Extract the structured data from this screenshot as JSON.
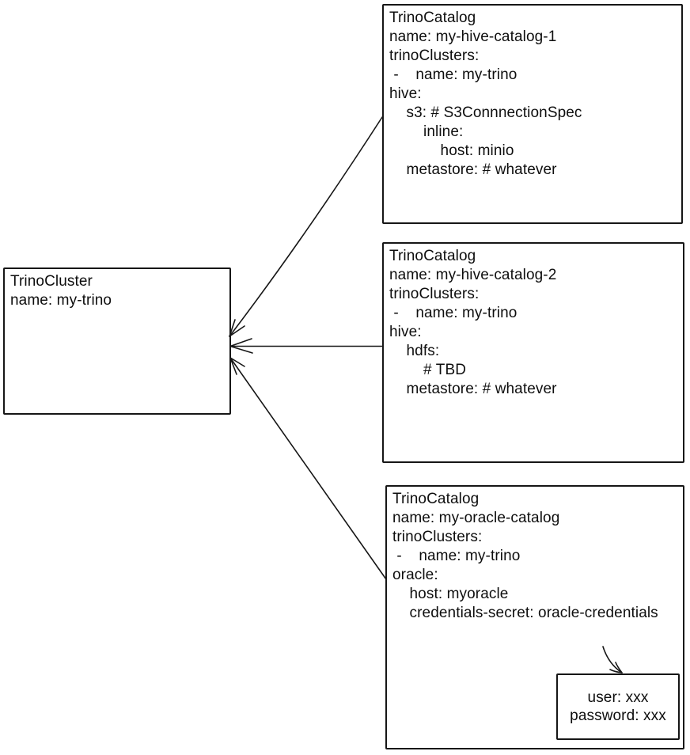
{
  "diagram": {
    "background_color": "#ffffff",
    "ink_color": "#161616",
    "cluster_box": {
      "kind": "TrinoCluster",
      "name": "my-trino",
      "text": "TrinoCluster\nname: my-trino"
    },
    "catalog_boxes": [
      {
        "kind": "TrinoCatalog",
        "name": "my-hive-catalog-1",
        "text": "TrinoCatalog\nname: my-hive-catalog-1\ntrinoClusters:\n -    name: my-trino\nhive:\n    s3: # S3ConnnectionSpec\n        inline:\n            host: minio\n    metastore: # whatever"
      },
      {
        "kind": "TrinoCatalog",
        "name": "my-hive-catalog-2",
        "text": "TrinoCatalog\nname: my-hive-catalog-2\ntrinoClusters:\n -    name: my-trino\nhive:\n    hdfs:\n        # TBD\n    metastore: # whatever"
      },
      {
        "kind": "TrinoCatalog",
        "name": "my-oracle-catalog",
        "text": "TrinoCatalog\nname: my-oracle-catalog\ntrinoClusters:\n -    name: my-trino\noracle:\n    host: myoracle\n    credentials-secret: oracle-credentials"
      }
    ],
    "secret_box": {
      "text": "user: xxx\npassword: xxx"
    },
    "connectors": [
      {
        "from": "my-hive-catalog-1",
        "to": "my-trino",
        "arrowhead": "end"
      },
      {
        "from": "my-hive-catalog-2",
        "to": "my-trino",
        "arrowhead": "end"
      },
      {
        "from": "my-oracle-catalog",
        "to": "my-trino",
        "arrowhead": "end"
      },
      {
        "from": "credentials-secret",
        "to": "secret-box",
        "arrowhead": "end"
      }
    ]
  }
}
